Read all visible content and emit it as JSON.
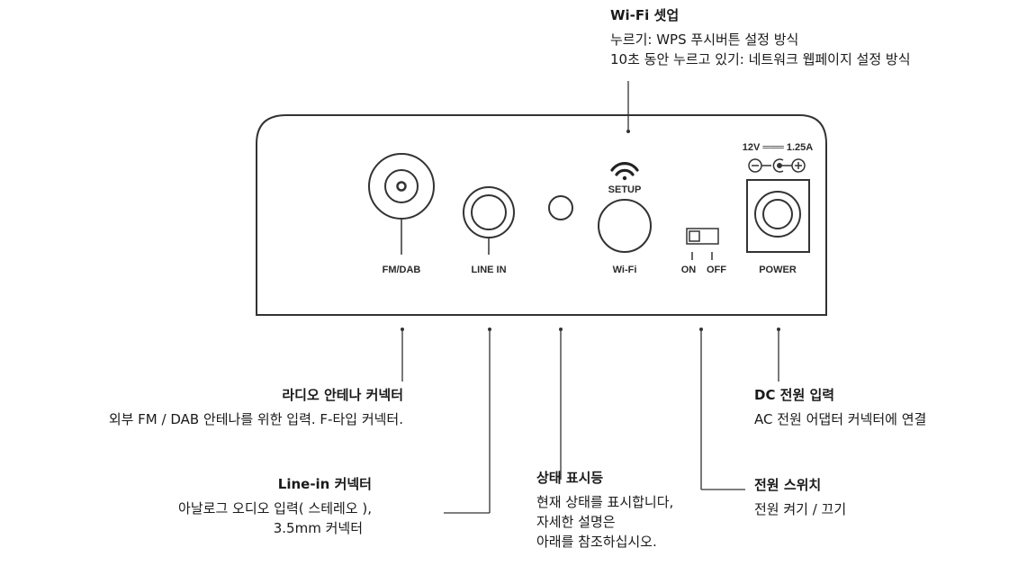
{
  "panel": {
    "fm_dab_label": "FM/DAB",
    "line_in_label": "LINE IN",
    "setup_label": "SETUP",
    "wifi_label": "Wi-Fi",
    "on_label": "ON",
    "off_label": "OFF",
    "power_label": "POWER",
    "power_rating": "12V ═══ 1.25A",
    "polarity": "⊖-⊙-⊕"
  },
  "callouts": {
    "wifi_setup": {
      "title": "Wi-Fi 셋업",
      "line1": "누르기: WPS 푸시버튼 설정 방식",
      "line2": "10초 동안 누르고 있기: 네트워크 웹페이지 설정 방식"
    },
    "radio_antenna": {
      "title": "라디오 안테나 커넥터",
      "line1": "외부 FM / DAB 안테나를 위한 입력. F-타입 커넥터."
    },
    "dc_power": {
      "title": "DC 전원 입력",
      "line1": "AC 전원 어댑터 커넥터에 연결"
    },
    "line_in": {
      "title": "Line-in 커넥터",
      "line1": "아날로그 오디오 입력( 스테레오 ),",
      "line2": "3.5mm 커넥터"
    },
    "status_led": {
      "title": "상태 표시등",
      "line1": "현재 상태를 표시합니다,",
      "line2": "자세한 설명은",
      "line3": "아래를 참조하십시오."
    },
    "power_switch": {
      "title": "전원 스위치",
      "line1": "전원 켜기 / 끄기"
    }
  },
  "icons": {
    "wifi_icon": "wifi-icon",
    "switch_icon": "toggle-switch-icon"
  }
}
